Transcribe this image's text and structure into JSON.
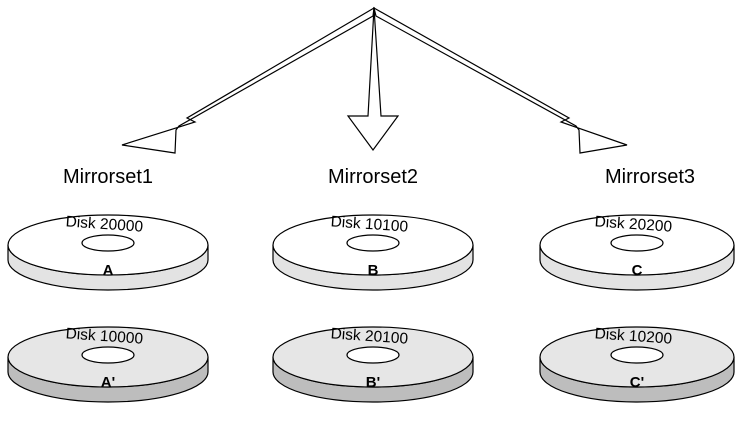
{
  "mirrorsets": [
    {
      "label": "Mirrorset1",
      "disks": [
        {
          "name": "Disk 20000",
          "letter": "A",
          "shade": "light"
        },
        {
          "name": "Disk 10000",
          "letter": "A'",
          "shade": "dark"
        }
      ]
    },
    {
      "label": "Mirrorset2",
      "disks": [
        {
          "name": "Disk 10100",
          "letter": "B",
          "shade": "light"
        },
        {
          "name": "Disk 20100",
          "letter": "B'",
          "shade": "dark"
        }
      ]
    },
    {
      "label": "Mirrorset3",
      "disks": [
        {
          "name": "Disk 20200",
          "letter": "C",
          "shade": "light"
        },
        {
          "name": "Disk 10200",
          "letter": "C'",
          "shade": "dark"
        }
      ]
    }
  ],
  "colors": {
    "light_top": "#ffffff",
    "light_side": "#e3e3e3",
    "dark_top": "#e6e6e6",
    "dark_side": "#bdbdbd",
    "outline": "#000000"
  }
}
